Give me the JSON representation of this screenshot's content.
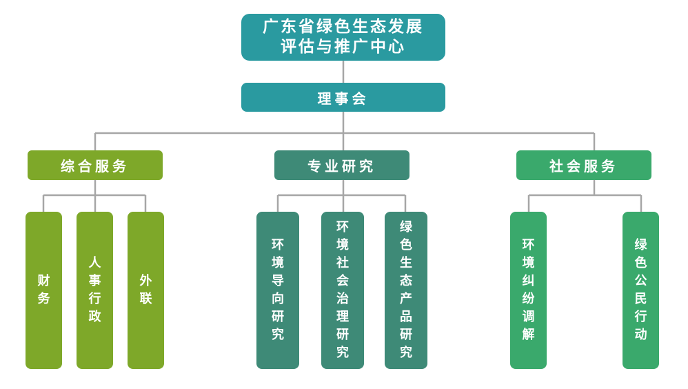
{
  "colors": {
    "teal": "#2a9aa0",
    "green_olive": "#7ea829",
    "green_dark_teal": "#3e8a77",
    "green_mid": "#3aa96c",
    "connector": "#a6a6a6"
  },
  "root": {
    "line1": "广东省绿色生态发展",
    "line2": "评估与推广中心"
  },
  "board": {
    "label": "理事会"
  },
  "divisions": [
    {
      "label": "综合服务",
      "children": [
        "财务",
        "人事行政",
        "外联"
      ]
    },
    {
      "label": "专业研究",
      "children": [
        "环境导向研究",
        "环境社会治理研究",
        "绿色生态产品研究"
      ]
    },
    {
      "label": "社会服务",
      "children": [
        "环境纠纷调解",
        "绿色公民行动"
      ]
    }
  ]
}
